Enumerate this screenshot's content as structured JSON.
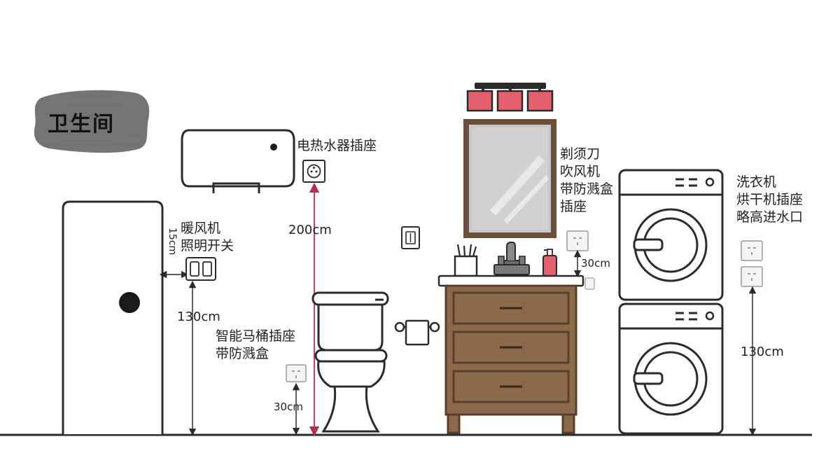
{
  "title": "卫生间",
  "labels": {
    "water_heater_socket": "电热水器插座",
    "heater_switch": [
      "暖风机",
      "照明开关"
    ],
    "toilet_socket": [
      "智能马桶插座",
      "带防溅盒"
    ],
    "mirror_socket": [
      "剃须刀",
      "吹风机",
      "带防溅盒",
      "插座"
    ],
    "washer_socket": [
      "洗衣机",
      "烘干机插座",
      "略高进水口"
    ]
  },
  "dimensions": {
    "switch_offset": "15cm",
    "switch_height": "130cm",
    "heater_socket_height": "200cm",
    "toilet_socket_height": "30cm",
    "mirror_socket_gap": "30cm",
    "washer_socket_height": "130cm"
  },
  "colors": {
    "line": "#2b2b2b",
    "dimension_line": "#b0324e",
    "lamp": "#e4606e",
    "cabinet": "#8b6a4c",
    "cabinet_dark": "#5a3e28",
    "mirror_frame": "#6b4f3a",
    "mirror_glass": "#c9c9c9",
    "title_brush": "#5c5c5c"
  }
}
